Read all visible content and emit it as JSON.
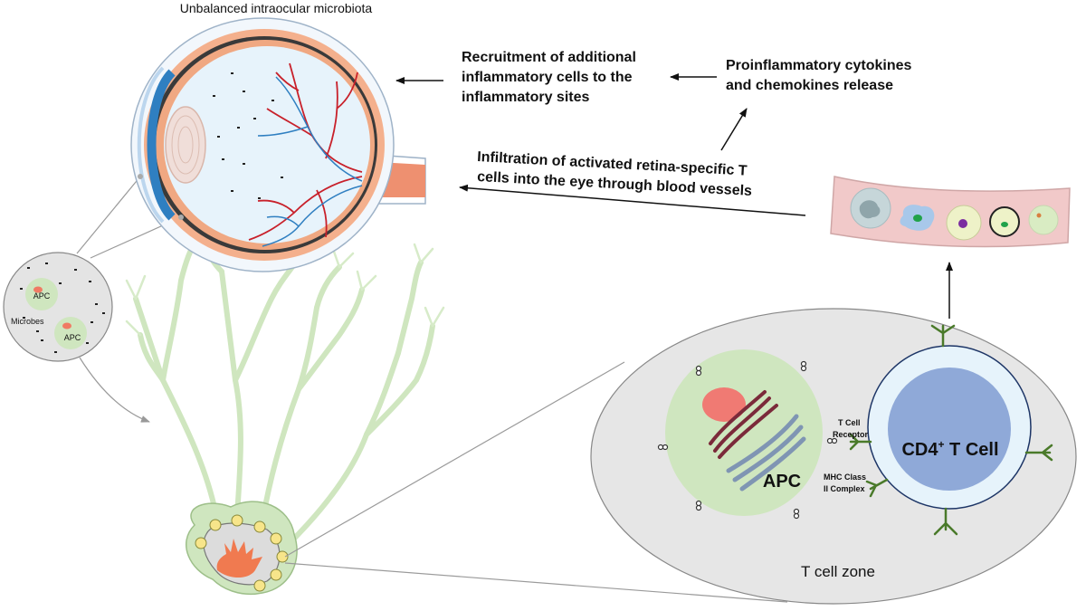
{
  "eye": {
    "title": "Unbalanced intraocular microbiota"
  },
  "steps": {
    "recruitment": [
      "Recruitment of additional",
      "inflammatory cells to the",
      "inflammatory sites"
    ],
    "cytokines": [
      "Proinflammatory cytokines",
      "and  chemokines release"
    ],
    "infiltration": [
      "Infiltration of activated retina-specific T",
      "cells into the eye through blood vessels"
    ]
  },
  "inset": {
    "apc1": "APC",
    "apc2": "APC",
    "microbes": "Microbes"
  },
  "tcell_zone": {
    "apc": "APC",
    "tcell_prefix": "CD4",
    "tcell_sup": "+",
    "tcell_suffix": " T Cell",
    "receptor": [
      "T Cell",
      "Receptor"
    ],
    "mhc": [
      "MHC Class",
      "II Complex"
    ],
    "zone_label": "T cell zone"
  },
  "colors": {
    "retina": "#f0a882",
    "vessel_red": "#c8202a",
    "vessel_blue": "#2f7fc1",
    "lymph_green": "#cfe6bf",
    "tcell_blue": "#8fa9d8",
    "zone_gray": "#e6e6e6"
  }
}
